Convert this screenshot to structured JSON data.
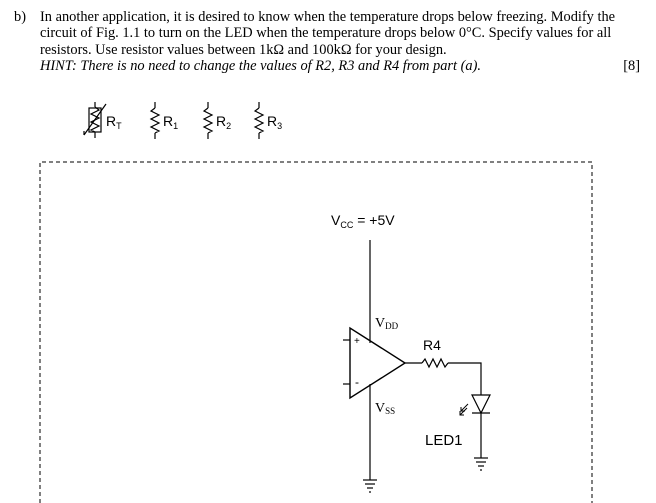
{
  "question": {
    "label": "b)",
    "lines": [
      "In another application, it is desired to know when the temperature drops below freezing.  Modify the",
      "circuit of Fig. 1.1 to turn on the LED when the temperature drops below 0°C.  Specify values for all",
      "resistors.  Use resistor values between 1kΩ and 100kΩ for your design."
    ],
    "hint": "HINT:  There is no need to change the values of R2, R3 and R4 from part (a).",
    "marks": "[8]"
  },
  "components": {
    "rt_main": "R",
    "rt_sub": "T",
    "r1_main": "R",
    "r1_sub": "1",
    "r2_main": "R",
    "r2_sub": "2",
    "r3_main": "R",
    "r3_sub": "3"
  },
  "circuit": {
    "vcc_main": "V",
    "vcc_sub": "CC",
    "vcc_value": " = +5V",
    "vdd_main": "V",
    "vdd_sub": "DD",
    "vss_main": "V",
    "vss_sub": "SS",
    "plus": "+",
    "minus": "-",
    "r4_label": "R4",
    "led_label": "LED1"
  }
}
